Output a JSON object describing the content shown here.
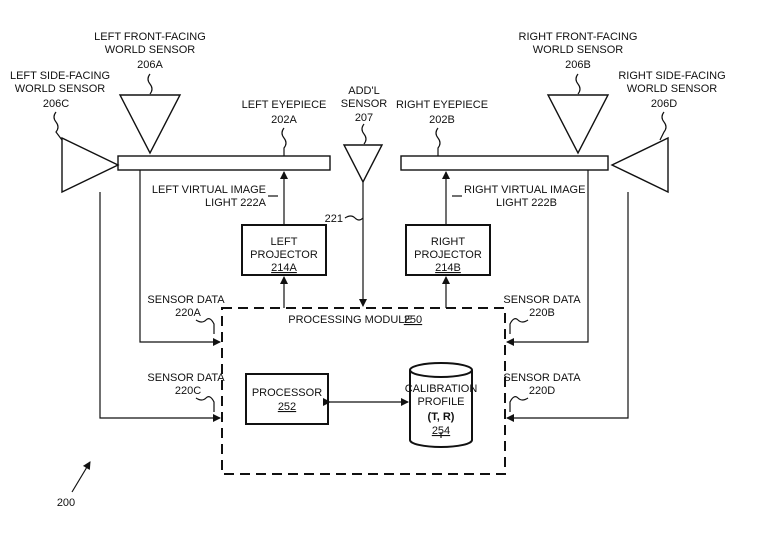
{
  "figure_number": "200",
  "sensors": {
    "left_front": {
      "line1": "LEFT FRONT-FACING",
      "line2": "WORLD SENSOR",
      "ref": "206A"
    },
    "left_side": {
      "line1": "LEFT SIDE-FACING",
      "line2": "WORLD SENSOR",
      "ref": "206C"
    },
    "right_front": {
      "line1": "RIGHT FRONT-FACING",
      "line2": "WORLD SENSOR",
      "ref": "206B"
    },
    "right_side": {
      "line1": "RIGHT SIDE-FACING",
      "line2": "WORLD SENSOR",
      "ref": "206D"
    },
    "additional": {
      "line1": "ADD'L",
      "line2": "SENSOR",
      "ref": "207"
    }
  },
  "eyepieces": {
    "left": {
      "label": "LEFT EYEPIECE",
      "ref": "202A"
    },
    "right": {
      "label": "RIGHT EYEPIECE",
      "ref": "202B"
    }
  },
  "light": {
    "left": {
      "line1": "LEFT VIRTUAL IMAGE",
      "line2": "LIGHT 222A"
    },
    "right": {
      "line1": "RIGHT VIRTUAL IMAGE",
      "line2": "LIGHT 222B"
    }
  },
  "projectors": {
    "left": {
      "line1": "LEFT",
      "line2": "PROJECTOR",
      "ref": "214A"
    },
    "right": {
      "line1": "RIGHT",
      "line2": "PROJECTOR",
      "ref": "214B"
    }
  },
  "link_ref": "221",
  "sensor_data": {
    "a": {
      "line1": "SENSOR DATA",
      "ref": "220A"
    },
    "b": {
      "line1": "SENSOR DATA",
      "ref": "220B"
    },
    "c": {
      "line1": "SENSOR DATA",
      "ref": "220C"
    },
    "d": {
      "line1": "SENSOR DATA",
      "ref": "220D"
    }
  },
  "processing_module": {
    "label": "PROCESSING MODULE",
    "ref": "250"
  },
  "processor": {
    "label": "PROCESSOR",
    "ref": "252"
  },
  "calibration": {
    "line1": "CALIBRATION",
    "line2": "PROFILE",
    "line3": "(T, R)",
    "ref": "254"
  }
}
